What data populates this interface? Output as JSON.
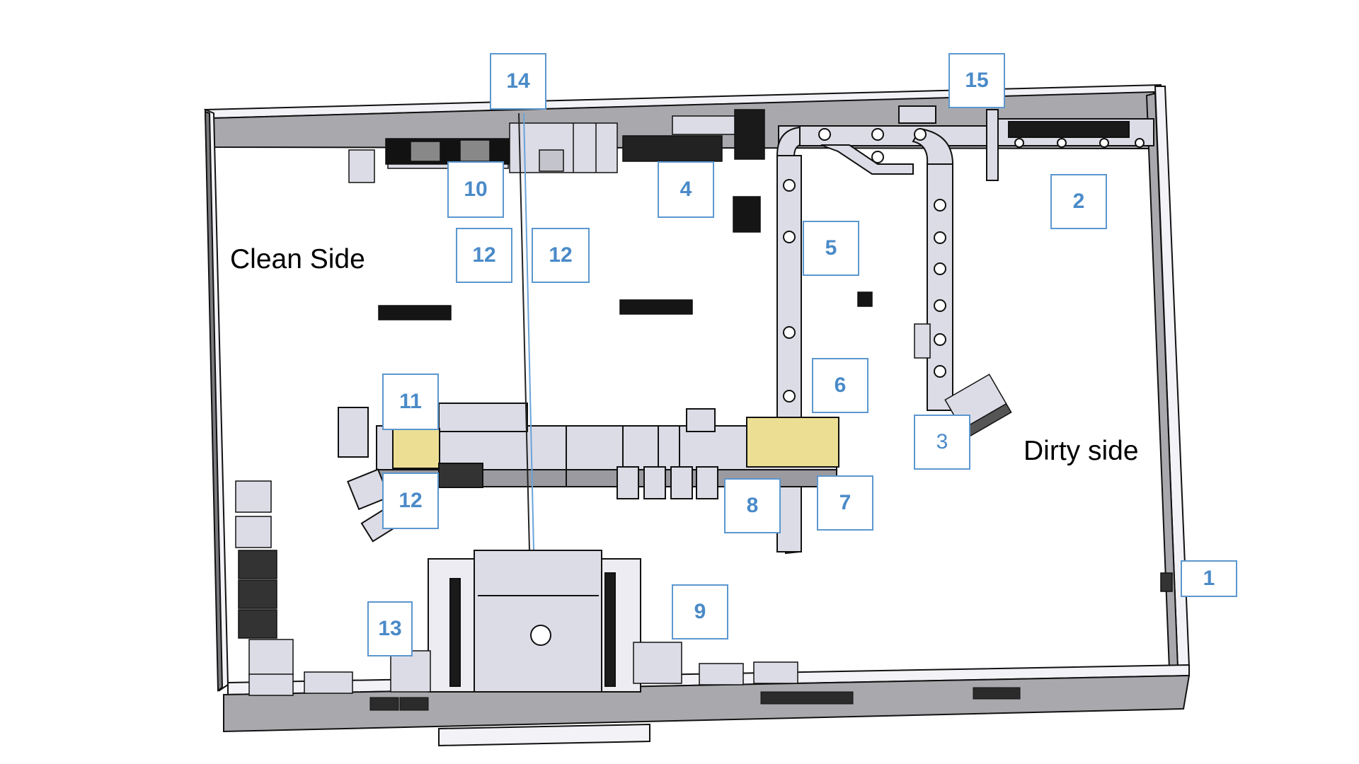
{
  "diagram": {
    "title": "Dishwashing room layout",
    "zones": [
      {
        "id": "clean",
        "label": "Clean Side"
      },
      {
        "id": "dirty",
        "label": "Dirty side"
      }
    ],
    "callouts": [
      {
        "id": "c1",
        "number": "1"
      },
      {
        "id": "c2",
        "number": "2"
      },
      {
        "id": "c3",
        "number": "3"
      },
      {
        "id": "c4",
        "number": "4"
      },
      {
        "id": "c5",
        "number": "5"
      },
      {
        "id": "c6",
        "number": "6"
      },
      {
        "id": "c7",
        "number": "7"
      },
      {
        "id": "c8",
        "number": "8"
      },
      {
        "id": "c9",
        "number": "9"
      },
      {
        "id": "c10",
        "number": "10"
      },
      {
        "id": "c11",
        "number": "11"
      },
      {
        "id": "c12a",
        "number": "12"
      },
      {
        "id": "c12b",
        "number": "12"
      },
      {
        "id": "c12c",
        "number": "12"
      },
      {
        "id": "c13",
        "number": "13"
      },
      {
        "id": "c14",
        "number": "14"
      },
      {
        "id": "c15",
        "number": "15"
      }
    ],
    "colors": {
      "callout_border": "#5b97cf",
      "callout_text": "#4a8ac8",
      "wall_top": "#f2f2f6",
      "wall_face": "#a7a7ab",
      "equipment": "#dcdce6",
      "equipment_dark": "#1a1a1a",
      "highlight_yellow": "#ecdf94"
    }
  }
}
